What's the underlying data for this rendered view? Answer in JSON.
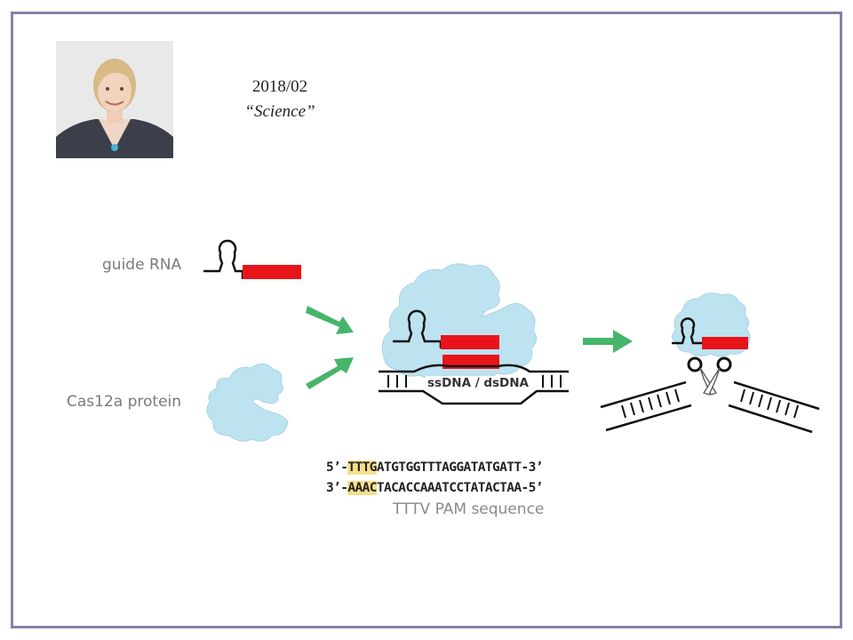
{
  "caption": {
    "date": "2018/02",
    "journal": "“Science”"
  },
  "labels": {
    "guide_rna": "guide RNA",
    "cas12a_protein": "Cas12a protein",
    "ds_dna": "ssDNA / dsDNA",
    "pam_sequence": "TTTV PAM sequence"
  },
  "sequence": {
    "top_prefix": "5’-",
    "top_pam": "TTTG",
    "top_rest": "ATGTGGTTTAGGATATGATT-3’",
    "bottom_prefix": "3’-",
    "bottom_pam": "AAAC",
    "bottom_rest": "TACACCAAATCCTATACTAA-5’"
  },
  "colors": {
    "frame": "#8a7fa6",
    "protein": "#bde3f1",
    "guide_red": "#e8141a",
    "arrow_green": "#46b56a",
    "pam_highlight": "#f6df8c"
  }
}
